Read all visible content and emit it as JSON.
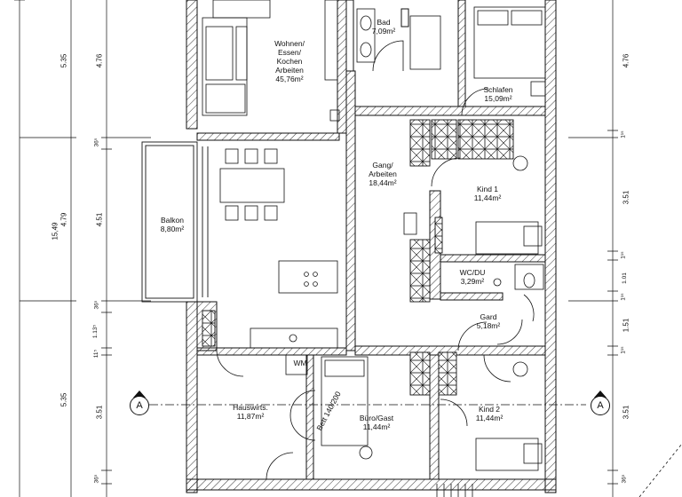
{
  "rooms": {
    "wohnen": {
      "name": "Wohnen/\nEssen/\nKochen\nArbeiten",
      "area": "45,76m²"
    },
    "bad": {
      "name": "Bad",
      "area": "7,09m²"
    },
    "schlafen": {
      "name": "Schlafen",
      "area": "15,09m²"
    },
    "gang": {
      "name": "Gang/\nArbeiten",
      "area": "18,44m²"
    },
    "kind1": {
      "name": "Kind 1",
      "area": "11,44m²"
    },
    "balkon": {
      "name": "Balkon",
      "area": "8,80m²"
    },
    "wcdu": {
      "name": "WC/DU",
      "area": "3,29m²"
    },
    "gard": {
      "name": "Gard",
      "area": "5,18m²"
    },
    "hauswirts": {
      "name": "Hauswirts.",
      "area": "11,87m²"
    },
    "buero": {
      "name": "Büro/Gast",
      "area": "11,44m²"
    },
    "kind2": {
      "name": "Kind 2",
      "area": "11,44m²"
    }
  },
  "labels": {
    "wm": "WM",
    "bett": "Bett 140/200",
    "section_mark": "A"
  },
  "dimensions": {
    "outer_left_total": "15,49",
    "left_col2": [
      "5.35",
      "4.79",
      "5.35"
    ],
    "left_col3": [
      "4.76",
      "36⁵",
      "4.51",
      "36⁵",
      "1.13⁵",
      "11⁵",
      "3.51",
      "36⁵"
    ],
    "right_col": [
      "4.76",
      "1¹⁵",
      "3.51",
      "1¹⁵",
      "1.01",
      "1¹⁵",
      "1.51",
      "1¹⁵",
      "3.51",
      "36⁵"
    ]
  }
}
